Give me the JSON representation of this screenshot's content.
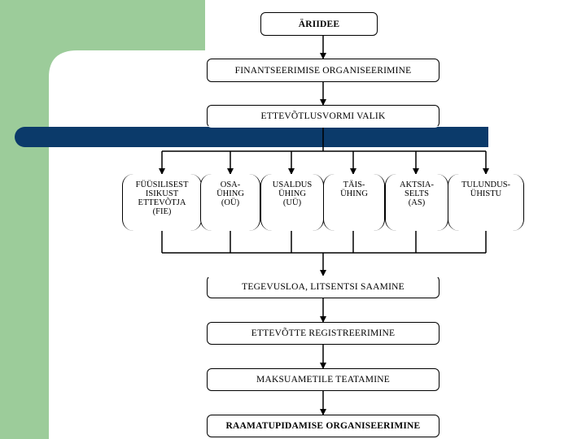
{
  "colors": {
    "green_panel": "#9ccc9a",
    "navy_bar": "#0b3a6a",
    "line": "#000000"
  },
  "flow": {
    "top_box": "ÄRIIDEE",
    "step1": "FINANTSEERIMISE ORGANISEERIMINE",
    "step2": "ETTEVÕTLUSVORMI VALIK",
    "forms": [
      {
        "line1": "FÜÜSILISEST",
        "line2": "ISIKUST",
        "line3": "ETTEVÕTJA",
        "line4": "(FIE)"
      },
      {
        "line1": "OSA-",
        "line2": "ÜHING",
        "line3": "(OÜ)",
        "line4": ""
      },
      {
        "line1": "USALDUS",
        "line2": "ÜHING",
        "line3": "(UÜ)",
        "line4": ""
      },
      {
        "line1": "TÄIS-",
        "line2": "ÜHING",
        "line3": "",
        "line4": ""
      },
      {
        "line1": "AKTSIA-",
        "line2": "SELTS",
        "line3": "(AS)",
        "line4": ""
      },
      {
        "line1": "TULUNDUS-",
        "line2": "ÜHISTU",
        "line3": "",
        "line4": ""
      }
    ],
    "step3": "TEGEVUSLOA, LITSENTSI SAAMINE",
    "step4": "ETTEVÕTTE REGISTREERIMINE",
    "step5": "MAKSUAMETILE TEATAMINE",
    "step6": "RAAMATUPIDAMISE ORGANISEERIMINE"
  }
}
